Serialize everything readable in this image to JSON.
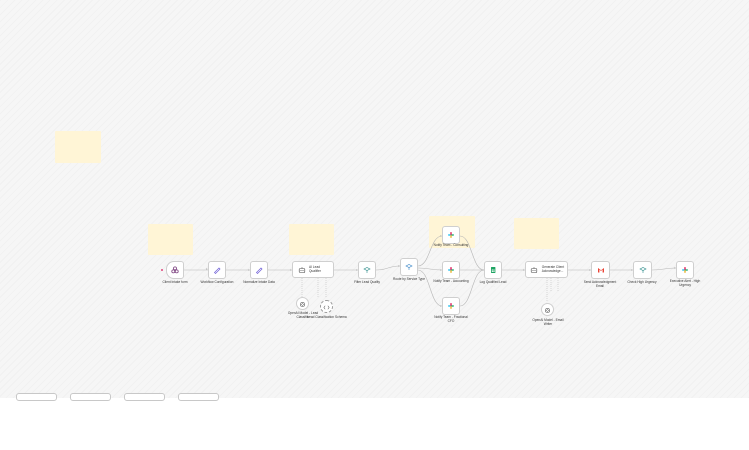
{
  "canvas": {
    "background": "#f6f6f6"
  },
  "colors": {
    "sticky": "#fff5d6",
    "slack": "#4a154b",
    "sheets": "#1fa463",
    "gmail": "#ea4335",
    "trigger": "#e0457b",
    "edge": "#b5b5b5"
  },
  "nodes": {
    "intake_form": {
      "label": "Client Intake form",
      "icon": "form-trigger-icon"
    },
    "workflow_config": {
      "label": "Workflow Configuration",
      "icon": "edit-pencil-icon"
    },
    "normalize_intake": {
      "label": "Normalize Intake Data",
      "icon": "edit-pencil-icon"
    },
    "ai_lead_qualifier": {
      "label": "AI Lead Qualifier",
      "icon": "ai-agent-robot-icon"
    },
    "filter_lead_quality": {
      "label": "Filter Lead Quality",
      "icon": "filter-icon"
    },
    "route_by_service": {
      "label": "Route by Service Type",
      "icon": "switch-router-icon"
    },
    "notify_consulting": {
      "label": "Notify Team - Consulting",
      "icon": "slack-icon"
    },
    "notify_accounting": {
      "label": "Notify Team - Accounting",
      "icon": "slack-icon"
    },
    "notify_cfo": {
      "label": "Notify Team - Fractional CFO",
      "icon": "slack-icon"
    },
    "log_qualified": {
      "label": "Log Qualified Lead",
      "icon": "google-sheets-icon"
    },
    "generate_ack": {
      "label": "Generate Client Acknowledge...",
      "icon": "ai-agent-robot-icon"
    },
    "send_ack_email": {
      "label": "Send Acknowledgment Email",
      "icon": "gmail-icon"
    },
    "check_urgency": {
      "label": "Check High Urgency",
      "icon": "filter-icon"
    },
    "executive_alert": {
      "label": "Executive Alert - High Urgency",
      "icon": "slack-icon"
    },
    "openai_classifier": {
      "label": "OpenAI Model - Lead Classifier",
      "icon": "openai-icon"
    },
    "lead_schema": {
      "label": "Lead Classification Schema",
      "icon": "output-parser-icon"
    },
    "openai_email": {
      "label": "OpenAI Model - Email Writer",
      "icon": "openai-icon"
    }
  },
  "toolbar": {
    "buttons": [
      "",
      "",
      "",
      ""
    ]
  }
}
